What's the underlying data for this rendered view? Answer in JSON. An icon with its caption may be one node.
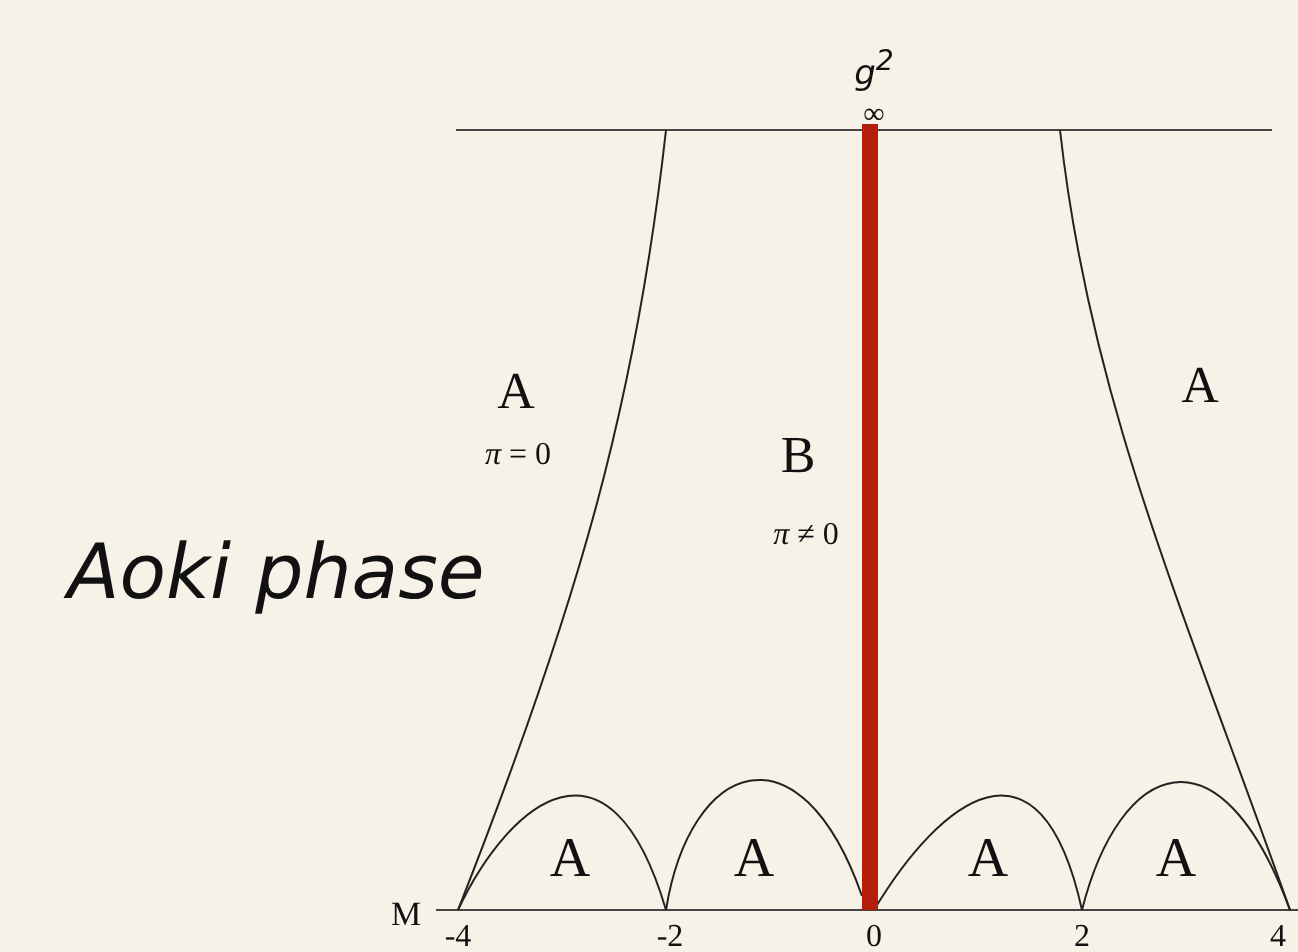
{
  "diagram": {
    "labels": [
      "*g*$^{2}$",
      "∞",
      "A",
      "A",
      "*π* = 0",
      "B",
      "*π* ≠ 0",
      "Aoki phase",
      "A",
      "A",
      "A",
      "A",
      "M",
      "-4",
      "-2",
      "0",
      "2",
      "4"
    ]
  }
}
